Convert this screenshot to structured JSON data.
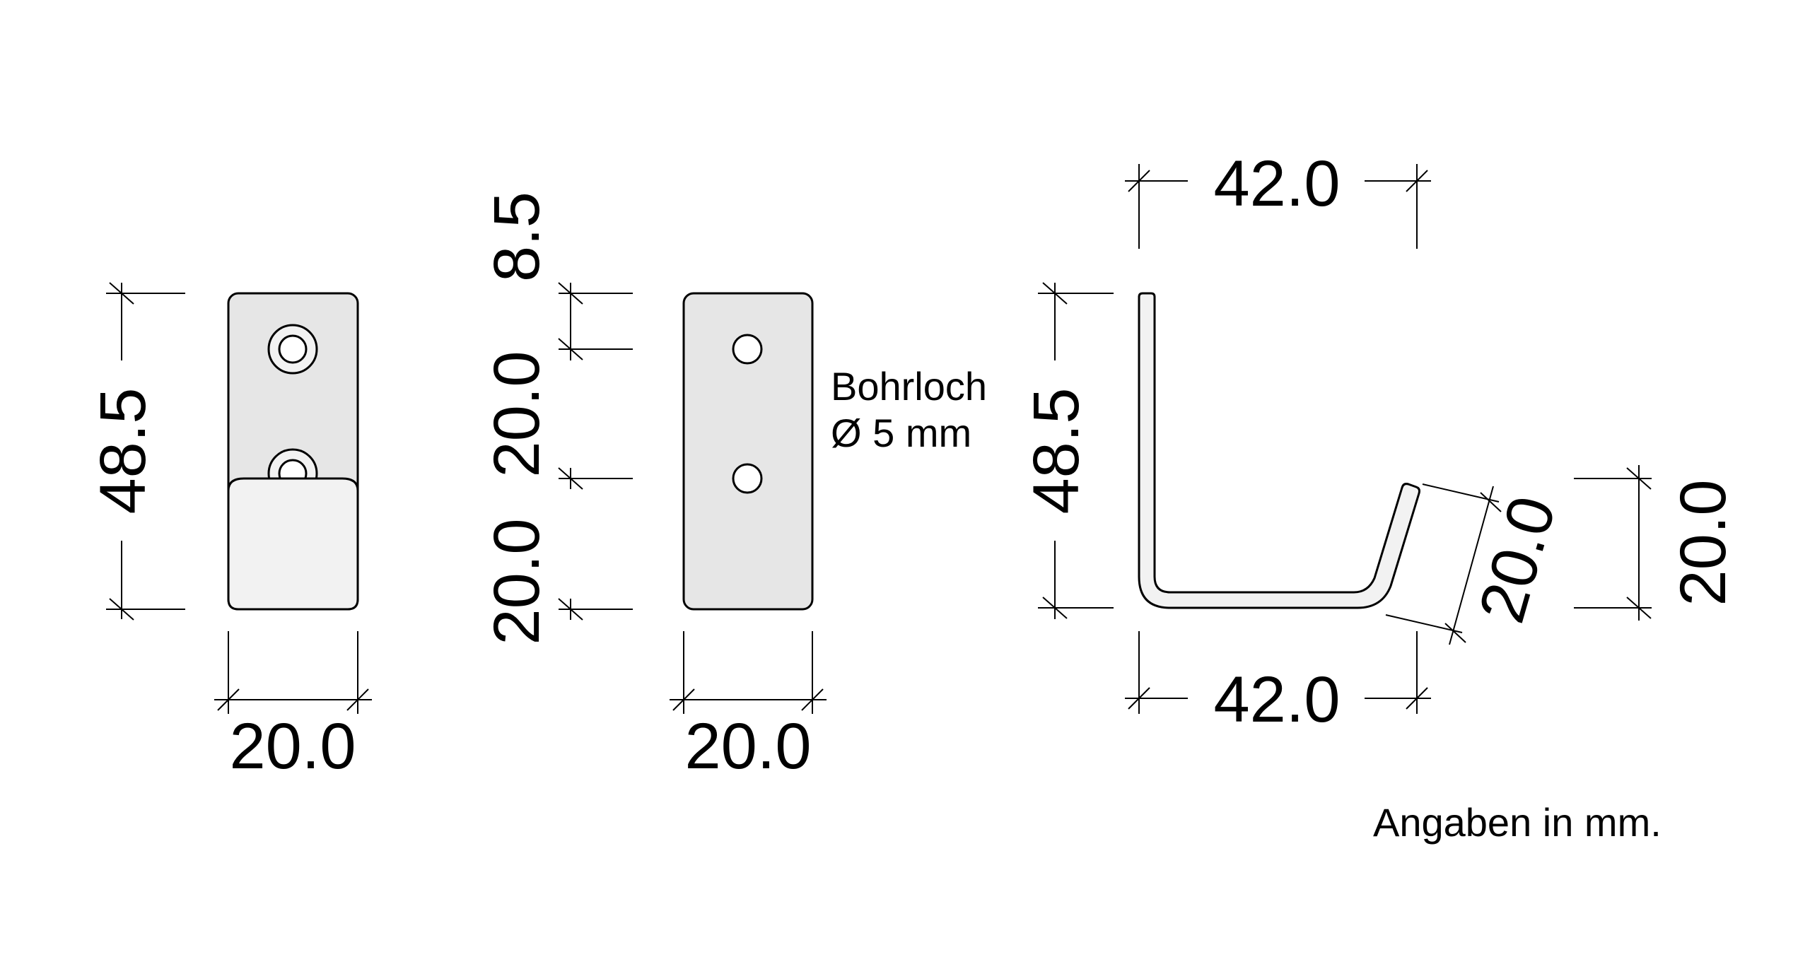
{
  "dimensions": {
    "front_height": "48.5",
    "front_width": "20.0",
    "back_top_offset": "8.5",
    "back_hole_spacing": "20.0",
    "back_bottom": "20.0",
    "back_width": "20.0",
    "side_top_width": "42.0",
    "side_height": "48.5",
    "side_bottom_width": "42.0",
    "side_lip_length": "20.0",
    "side_lip_height": "20.0"
  },
  "notes": {
    "hole_label_line1": "Bohrloch",
    "hole_label_line2": "Ø 5 mm",
    "units": "Angaben in mm."
  }
}
